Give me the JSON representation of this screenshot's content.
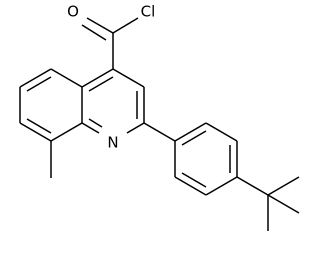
{
  "structure": {
    "atom_labels": {
      "carbonyl_oxygen": "O",
      "chlorine": "Cl",
      "ring_nitrogen": "N"
    },
    "colors": {
      "bond": "#000000",
      "label": "#000000",
      "background": "#ffffff"
    }
  }
}
